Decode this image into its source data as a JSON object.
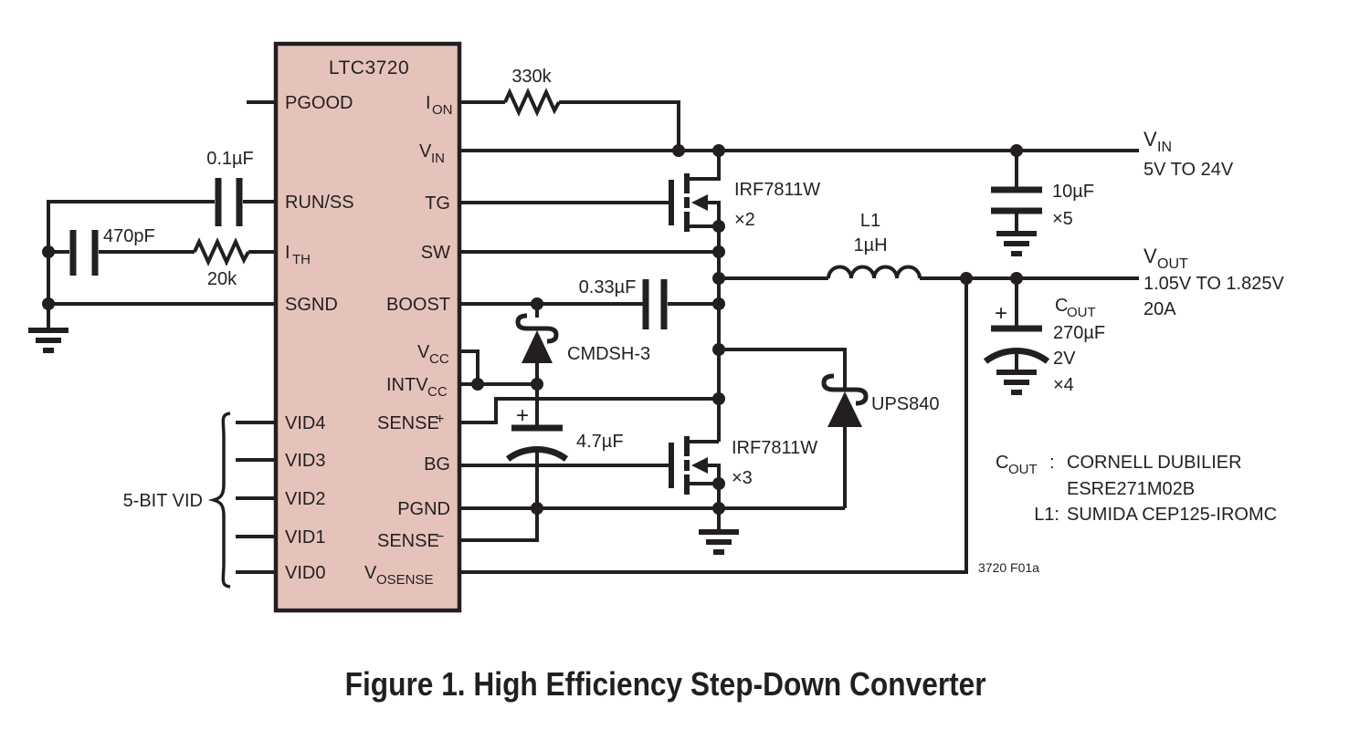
{
  "figure": {
    "caption": "Figure 1. High Efficiency Step-Down Converter",
    "figure_id": "3720 F01a"
  },
  "ic": {
    "title": "LTC3720",
    "pins": {
      "pgood": "PGOOD",
      "runss": "RUN/SS",
      "ith_main": "I",
      "ith_sub": "TH",
      "sgnd": "SGND",
      "vid4": "VID4",
      "vid3": "VID3",
      "vid2": "VID2",
      "vid1": "VID1",
      "vid0": "VID0",
      "ion_main": "I",
      "ion_sub": "ON",
      "vin_main": "V",
      "vin_sub": "IN",
      "tg": "TG",
      "sw": "SW",
      "boost": "BOOST",
      "vcc_main": "V",
      "vcc_sub": "CC",
      "intvcc_main": "INTV",
      "intvcc_sub": "CC",
      "sensep_main": "SENSE",
      "sensep_sup": "+",
      "bg": "BG",
      "pgnd": "PGND",
      "sensen_main": "SENSE",
      "sensen_sup": "−",
      "vosense_main": "V",
      "vosense_sub": "OSENSE"
    }
  },
  "components": {
    "r330k": "330k",
    "c01uf": "0.1µF",
    "c470pf": "470pF",
    "r20k": "20k",
    "c033uf": "0.33µF",
    "cmdsh3": "CMDSH-3",
    "c47uf": "4.7µF",
    "c47uf_plus": "+",
    "fet_top_part": "IRF7811W",
    "fet_top_qty": "×2",
    "fet_bot_part": "IRF7811W",
    "fet_bot_qty": "×3",
    "ups840": "UPS840",
    "l1_ref": "L1",
    "l1_value": "1µH",
    "cin_value": "10µF",
    "cin_qty": "×5",
    "cout_main": "C",
    "cout_sub": "OUT",
    "cout_value": "270µF",
    "cout_voltage": "2V",
    "cout_qty": "×4",
    "cout_plus": "+"
  },
  "terminals": {
    "vin_main": "V",
    "vin_sub": "IN",
    "vin_desc": "5V TO 24V",
    "vout_main": "V",
    "vout_sub": "OUT",
    "vout_desc1": "1.05V TO 1.825V",
    "vout_desc2": "20A"
  },
  "annotations": {
    "vid_group": "5-BIT VID",
    "note_cout_main": "C",
    "note_cout_sub": "OUT",
    "note_cout_colon": ":",
    "note_cout_line1": "CORNELL DUBILIER",
    "note_cout_line2": "ESRE271M02B",
    "note_l1": "L1:",
    "note_l1_line": "SUMIDA CEP125-IROMC"
  }
}
